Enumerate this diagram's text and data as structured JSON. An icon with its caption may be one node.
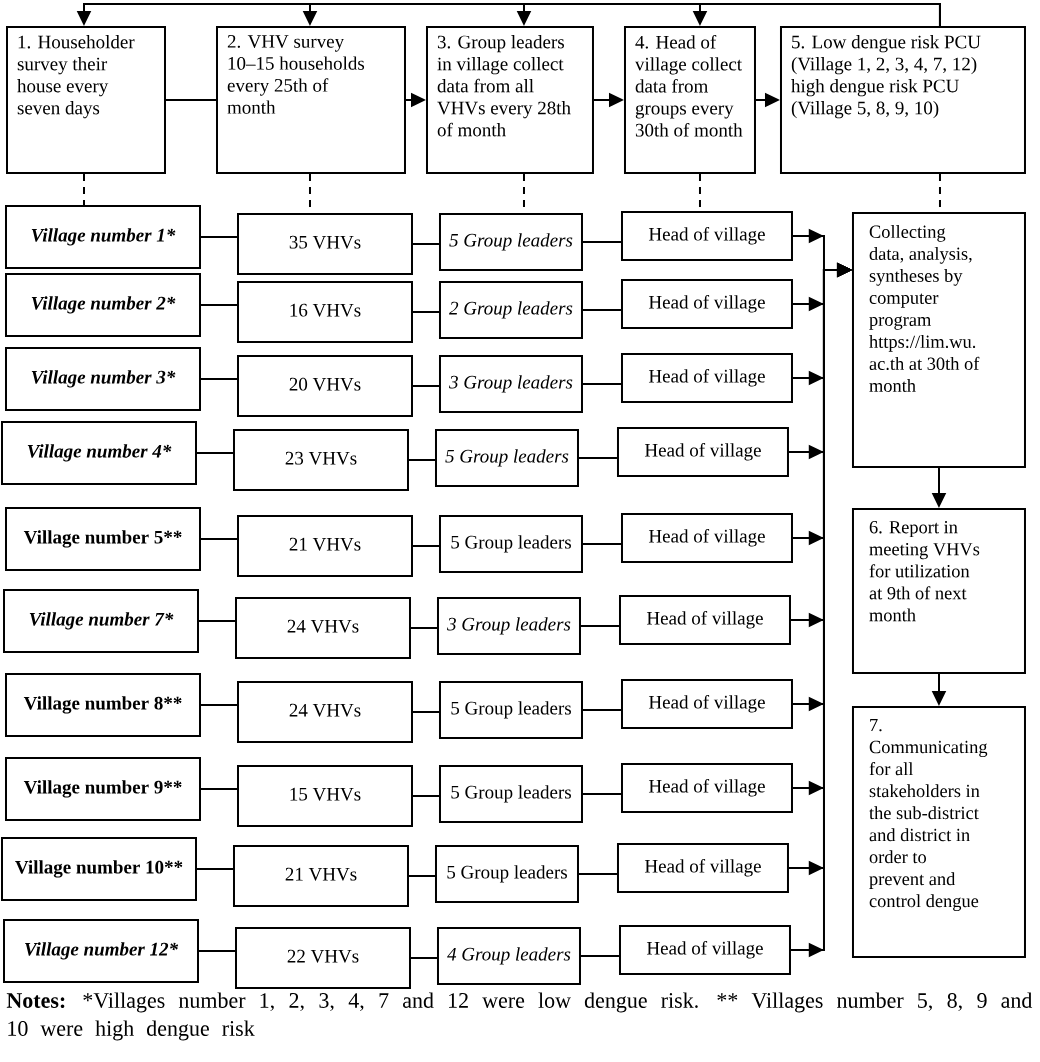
{
  "diagram": {
    "nodes": [
      {
        "text": [
          "1. Householder survey their house every seven days"
        ]
      },
      {
        "text": [
          "2. VHV survey 10–15 households every 25th of month"
        ]
      },
      {
        "text": [
          "3. Group leaders in village collect data from all VHVs every 28th of month"
        ]
      },
      {
        "text": [
          "4. Head of village collect data from groups every 30th of month"
        ]
      },
      {
        "text": [
          "5. Low dengue risk PCU (Village 1, 2, 3, 4, 7, 12) high dengue risk PCU (Village 5, 8, 9, 10)"
        ]
      },
      {
        "text": [
          "Village number 1*"
        ]
      },
      {
        "text": [
          "35 VHVs"
        ]
      },
      {
        "text": [
          "5 Group leaders"
        ]
      },
      {
        "text": [
          "Head of village"
        ]
      },
      {
        "text": [
          "Village number 2*"
        ]
      },
      {
        "text": [
          "16 VHVs"
        ]
      },
      {
        "text": [
          "2 Group leaders"
        ]
      },
      {
        "text": [
          "Head of village"
        ]
      },
      {
        "text": [
          "Village number 3*"
        ]
      },
      {
        "text": [
          "20 VHVs"
        ]
      },
      {
        "text": [
          "3 Group leaders"
        ]
      },
      {
        "text": [
          "Head of village"
        ]
      },
      {
        "text": [
          "Village number 4*"
        ]
      },
      {
        "text": [
          "23 VHVs"
        ]
      },
      {
        "text": [
          "5 Group leaders"
        ]
      },
      {
        "text": [
          "Head of village"
        ]
      },
      {
        "text": [
          "Village number 5**"
        ]
      },
      {
        "text": [
          "21 VHVs"
        ]
      },
      {
        "text": [
          "5 Group leaders"
        ]
      },
      {
        "text": [
          "Head of village"
        ]
      },
      {
        "text": [
          "Village number 7*"
        ]
      },
      {
        "text": [
          "24 VHVs"
        ]
      },
      {
        "text": [
          "3 Group leaders"
        ]
      },
      {
        "text": [
          "Head of village"
        ]
      },
      {
        "text": [
          "Village number 8**"
        ]
      },
      {
        "text": [
          "24 VHVs"
        ]
      },
      {
        "text": [
          "5 Group leaders"
        ]
      },
      {
        "text": [
          "Head of village"
        ]
      },
      {
        "text": [
          "Village number 9**"
        ]
      },
      {
        "text": [
          "15 VHVs"
        ]
      },
      {
        "text": [
          "5 Group leaders"
        ]
      },
      {
        "text": [
          "Head of village"
        ]
      },
      {
        "text": [
          "Village number 10**"
        ]
      },
      {
        "text": [
          "21 VHVs"
        ]
      },
      {
        "text": [
          "5 Group leaders"
        ]
      },
      {
        "text": [
          "Head of village"
        ]
      },
      {
        "text": [
          "Village number 12*"
        ]
      },
      {
        "text": [
          "22 VHVs"
        ]
      },
      {
        "text": [
          "4 Group leaders"
        ]
      },
      {
        "text": [
          "Head of village"
        ]
      },
      {
        "text": [
          "Collecting data, analysis, syntheses by computer program https://lim.wu.ac.th at 30th of month"
        ]
      },
      {
        "text": [
          "6. Report in meeting VHVs for utilization at 9th of next month"
        ]
      },
      {
        "text": [
          "7. Communicating for all stakeholders in the sub-district and district in order to prevent and control dengue"
        ]
      }
    ],
    "edges": [
      {
        "from": 0,
        "to": 1,
        "arrow": "none"
      },
      {
        "from": 1,
        "to": 2,
        "arrow": "to"
      },
      {
        "from": 2,
        "to": 3,
        "arrow": "to"
      },
      {
        "from": 3,
        "to": 4,
        "arrow": "to"
      },
      {
        "from": 4,
        "to": 0,
        "arrow": "to"
      },
      {
        "from": 4,
        "to": 1,
        "arrow": "to"
      },
      {
        "from": 4,
        "to": 2,
        "arrow": "to"
      },
      {
        "from": 4,
        "to": 3,
        "arrow": "to"
      },
      {
        "from": 0,
        "to": 5,
        "arrow": "none",
        "style": "dashed"
      },
      {
        "from": 1,
        "to": 6,
        "arrow": "none",
        "style": "dashed"
      },
      {
        "from": 2,
        "to": 7,
        "arrow": "none",
        "style": "dashed"
      },
      {
        "from": 3,
        "to": 8,
        "arrow": "none",
        "style": "dashed"
      },
      {
        "from": 4,
        "to": 45,
        "arrow": "none",
        "style": "dashed"
      },
      {
        "from": 5,
        "to": 6,
        "arrow": "none"
      },
      {
        "from": 6,
        "to": 7,
        "arrow": "none"
      },
      {
        "from": 7,
        "to": 8,
        "arrow": "none"
      },
      {
        "from": 8,
        "to": 45,
        "arrow": "to"
      },
      {
        "from": 9,
        "to": 10,
        "arrow": "none"
      },
      {
        "from": 10,
        "to": 11,
        "arrow": "none"
      },
      {
        "from": 11,
        "to": 12,
        "arrow": "none"
      },
      {
        "from": 12,
        "to": 45,
        "arrow": "to"
      },
      {
        "from": 13,
        "to": 14,
        "arrow": "none"
      },
      {
        "from": 14,
        "to": 15,
        "arrow": "none"
      },
      {
        "from": 15,
        "to": 16,
        "arrow": "none"
      },
      {
        "from": 16,
        "to": 45,
        "arrow": "to"
      },
      {
        "from": 17,
        "to": 18,
        "arrow": "none"
      },
      {
        "from": 18,
        "to": 19,
        "arrow": "none"
      },
      {
        "from": 19,
        "to": 20,
        "arrow": "none"
      },
      {
        "from": 20,
        "to": 45,
        "arrow": "to"
      },
      {
        "from": 21,
        "to": 22,
        "arrow": "none"
      },
      {
        "from": 22,
        "to": 23,
        "arrow": "none"
      },
      {
        "from": 23,
        "to": 24,
        "arrow": "none"
      },
      {
        "from": 24,
        "to": 45,
        "arrow": "to"
      },
      {
        "from": 25,
        "to": 26,
        "arrow": "none"
      },
      {
        "from": 26,
        "to": 27,
        "arrow": "none"
      },
      {
        "from": 27,
        "to": 28,
        "arrow": "none"
      },
      {
        "from": 28,
        "to": 45,
        "arrow": "to"
      },
      {
        "from": 29,
        "to": 30,
        "arrow": "none"
      },
      {
        "from": 30,
        "to": 31,
        "arrow": "none"
      },
      {
        "from": 31,
        "to": 32,
        "arrow": "none"
      },
      {
        "from": 32,
        "to": 45,
        "arrow": "to"
      },
      {
        "from": 33,
        "to": 34,
        "arrow": "none"
      },
      {
        "from": 34,
        "to": 35,
        "arrow": "none"
      },
      {
        "from": 35,
        "to": 36,
        "arrow": "none"
      },
      {
        "from": 36,
        "to": 45,
        "arrow": "to"
      },
      {
        "from": 37,
        "to": 38,
        "arrow": "none"
      },
      {
        "from": 38,
        "to": 39,
        "arrow": "none"
      },
      {
        "from": 39,
        "to": 40,
        "arrow": "none"
      },
      {
        "from": 40,
        "to": 45,
        "arrow": "to"
      },
      {
        "from": 41,
        "to": 42,
        "arrow": "none"
      },
      {
        "from": 42,
        "to": 43,
        "arrow": "none"
      },
      {
        "from": 43,
        "to": 44,
        "arrow": "none"
      },
      {
        "from": 44,
        "to": 45,
        "arrow": "to"
      },
      {
        "from": 45,
        "to": 46,
        "arrow": "to"
      },
      {
        "from": 46,
        "to": 47,
        "arrow": "to"
      }
    ],
    "labels": [
      "Notes:",
      "*Villages number 1, 2, 3, 4, 7 and 12 were low dengue risk.",
      "** Villages number 5, 8, 9 and 10 were high dengue risk"
    ]
  }
}
